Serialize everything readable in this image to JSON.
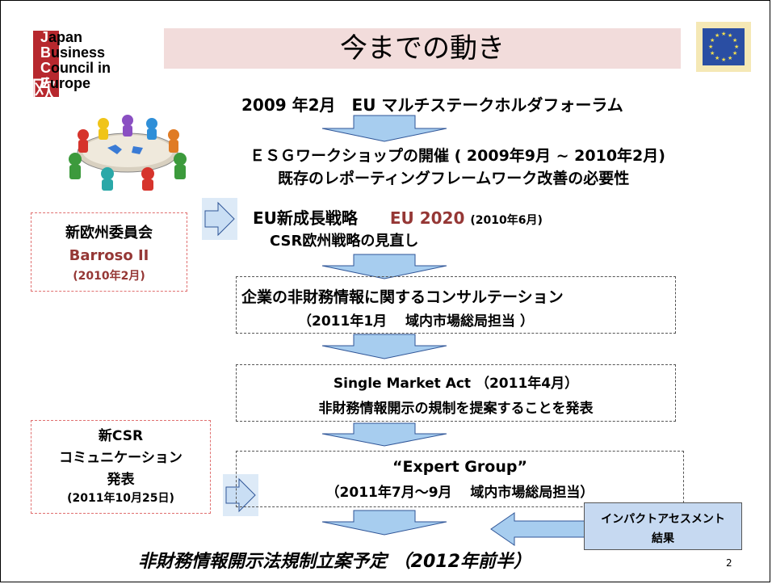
{
  "logo": {
    "line1_cap": "J",
    "line1_rest": "apan",
    "line2_cap": "B",
    "line2_rest": "usiness",
    "line3_cap": "C",
    "line3_rest": "ouncil in",
    "line4_cap": "E",
    "line4_rest": "urope"
  },
  "title": "今までの動き",
  "timeline": {
    "step1": "2009 年2月　EU マルチステークホルダフォーラム",
    "step2_line1": "ＥＳＧワークショップの開催 ( 2009年9月 ~ 2010年2月)",
    "step2_line2": "既存のレポーティングフレームワーク改善の必要性",
    "step3_a": "EU新成長戦略",
    "step3_b": "EU 2020",
    "step3_c": "(2010年6月)",
    "step3_line2": "CSR欧州戦略の見直し",
    "step4_line1": "企業の非財務情報に関するコンサルテーション",
    "step4_line2": "（2011年1月　 域内市場総局担当 ）",
    "step5_line1": "Single Market Act （2011年4月）",
    "step5_line2": "非財務情報開示の規制を提案することを発表",
    "step6_line1": "“Expert  Group”",
    "step6_line2": "（2011年7月～9月　 域内市場総局担当）",
    "final": "非財務情報開示法規制立案予定 （2012年前半）"
  },
  "left_box1": {
    "line1": "新欧州委員会",
    "line2": "Barroso II",
    "line3": "(2010年2月)"
  },
  "left_box2": {
    "line1": "新CSR",
    "line2": "コミュニケーション",
    "line3": "発表",
    "line4": "(2011年10月25日)"
  },
  "impact_box": {
    "line1": "インパクトアセスメント",
    "line2": "結果"
  },
  "page_number": "2",
  "colors": {
    "arrow_fill": "#a7cdef",
    "arrow_stroke": "#2f5597",
    "accent_red": "#953735",
    "title_bg": "#f2dcdb",
    "impact_bg": "#c6d9f1"
  }
}
